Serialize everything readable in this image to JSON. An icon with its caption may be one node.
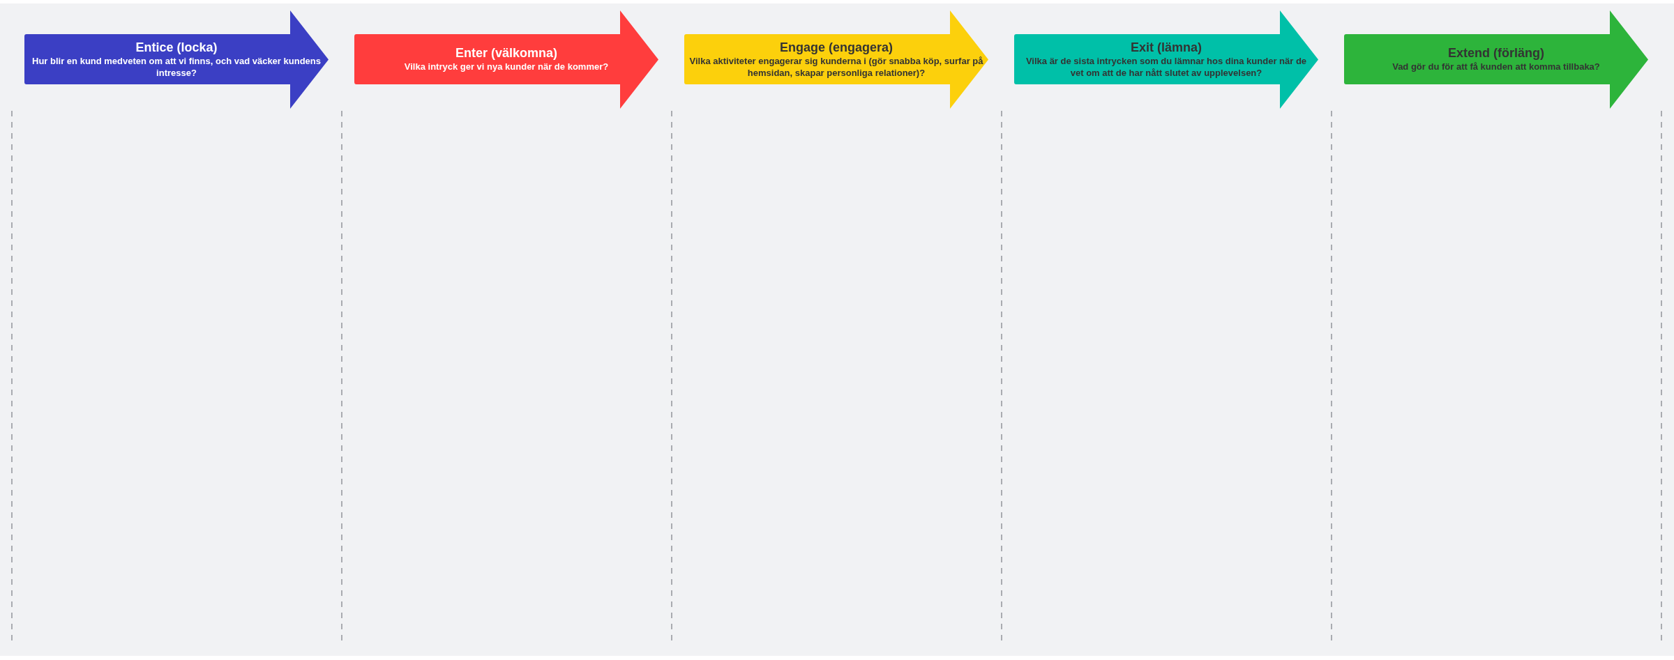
{
  "diagram": {
    "nodes": [
      {
        "text": [
          "Entice (locka)",
          "Hur blir en kund medveten om att vi finns, och vad väcker kundens intresse?"
        ]
      },
      {
        "text": [
          "Enter (välkomna)",
          "Vilka intryck ger vi nya kunder när de kommer?"
        ]
      },
      {
        "text": [
          "Engage (engagera)",
          "Vilka aktiviteter engagerar sig kunderna i (gör snabba köp, surfar på hemsidan, skapar personliga relationer)?"
        ]
      },
      {
        "text": [
          "Exit (lämna)",
          "Vilka är de sista intrycken som du lämnar hos dina kunder när de vet om att de har nått slutet av upplevelsen?"
        ]
      },
      {
        "text": [
          "Extend (förläng)",
          "Vad gör du för att få kunden att komma tillbaka?"
        ]
      }
    ],
    "edges": []
  }
}
